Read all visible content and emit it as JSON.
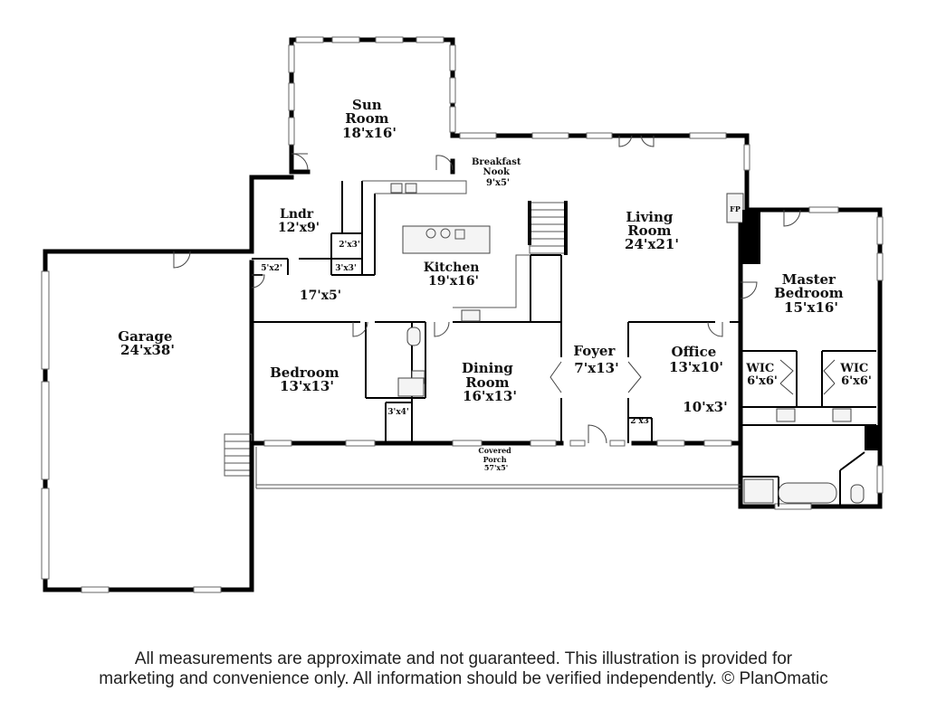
{
  "rooms": {
    "sun_room": {
      "name": "Sun\nRoom",
      "size": "18'x16'"
    },
    "breakfast_nook": {
      "name": "Breakfast\nNook",
      "size": "9'x5'"
    },
    "living_room": {
      "name": "Living\nRoom",
      "size": "24'x21'"
    },
    "laundry": {
      "name": "Lndr",
      "size": "12'x9'"
    },
    "kitchen": {
      "name": "Kitchen",
      "size": "19'x16'"
    },
    "hall": {
      "size": "17'x5'"
    },
    "closet_5x2": {
      "size": "5'x2'"
    },
    "closet_2x3_a": {
      "size": "2'x3'"
    },
    "closet_3x3": {
      "size": "3'x3'"
    },
    "garage": {
      "name": "Garage",
      "size": "24'x38'"
    },
    "bedroom": {
      "name": "Bedroom",
      "size": "13'x13'"
    },
    "closet_3x4": {
      "size": "3'x4'"
    },
    "dining_room": {
      "name": "Dining\nRoom",
      "size": "16'x13'"
    },
    "foyer": {
      "name": "Foyer",
      "size": "7'x13'"
    },
    "closet_2x3_b": {
      "size": "2'x3'"
    },
    "office": {
      "name": "Office",
      "size": "13'x10'"
    },
    "office_closet": {
      "size": "10'x3'"
    },
    "master_bedroom": {
      "name": "Master\nBedroom",
      "size": "15'x16'"
    },
    "wic_left": {
      "name": "WIC",
      "size": "6'x6'"
    },
    "wic_right": {
      "name": "WIC",
      "size": "6'x6'"
    },
    "covered_porch": {
      "name": "Covered\nPorch",
      "size": "57'x5'"
    },
    "fireplace": {
      "name": "FP"
    }
  },
  "disclaimer": {
    "line1": "All measurements are approximate and not guaranteed. This illustration is provided for",
    "line2": "marketing and convenience only. All information should be verified independently. © PlanOmatic"
  }
}
